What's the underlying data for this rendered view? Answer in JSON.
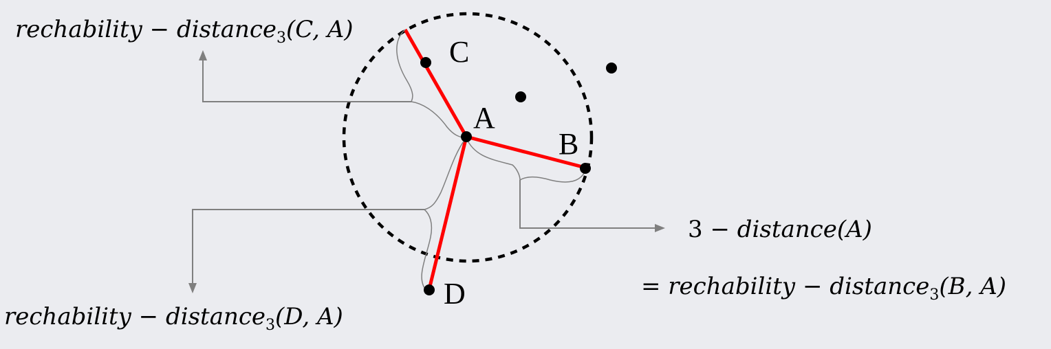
{
  "points": {
    "A": "A",
    "B": "B",
    "C": "C",
    "D": "D"
  },
  "labels": {
    "reach_CA": {
      "prefix": "rechability − distance",
      "sub": "3",
      "args": "(C, A)"
    },
    "reach_DA": {
      "prefix": "rechability − distance",
      "sub": "3",
      "args": "(D, A)"
    },
    "kdist_line1": {
      "num": "3",
      "rest": " − distance(A)"
    },
    "kdist_line2": {
      "prefix": "= rechability − distance",
      "sub": "3",
      "args": "(B, A)"
    }
  },
  "colors": {
    "background": "#ebecf0",
    "segment": "#ff0000",
    "brace": "#7f7f7f",
    "point": "#000000"
  }
}
